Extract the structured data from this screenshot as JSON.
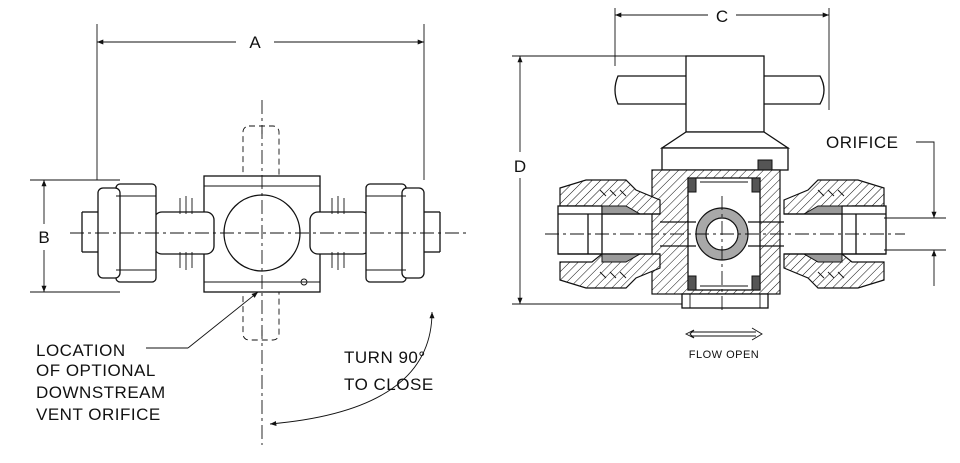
{
  "dimensions": {
    "a": "A",
    "b": "B",
    "c": "C",
    "d": "D"
  },
  "notes": {
    "vent_orifice": [
      "LOCATION",
      "OF OPTIONAL",
      "DOWNSTREAM",
      "VENT ORIFICE"
    ],
    "turn_to_close": [
      "TURN 90°",
      "TO CLOSE"
    ],
    "orifice": "ORIFICE",
    "flow_open": "FLOW OPEN"
  }
}
